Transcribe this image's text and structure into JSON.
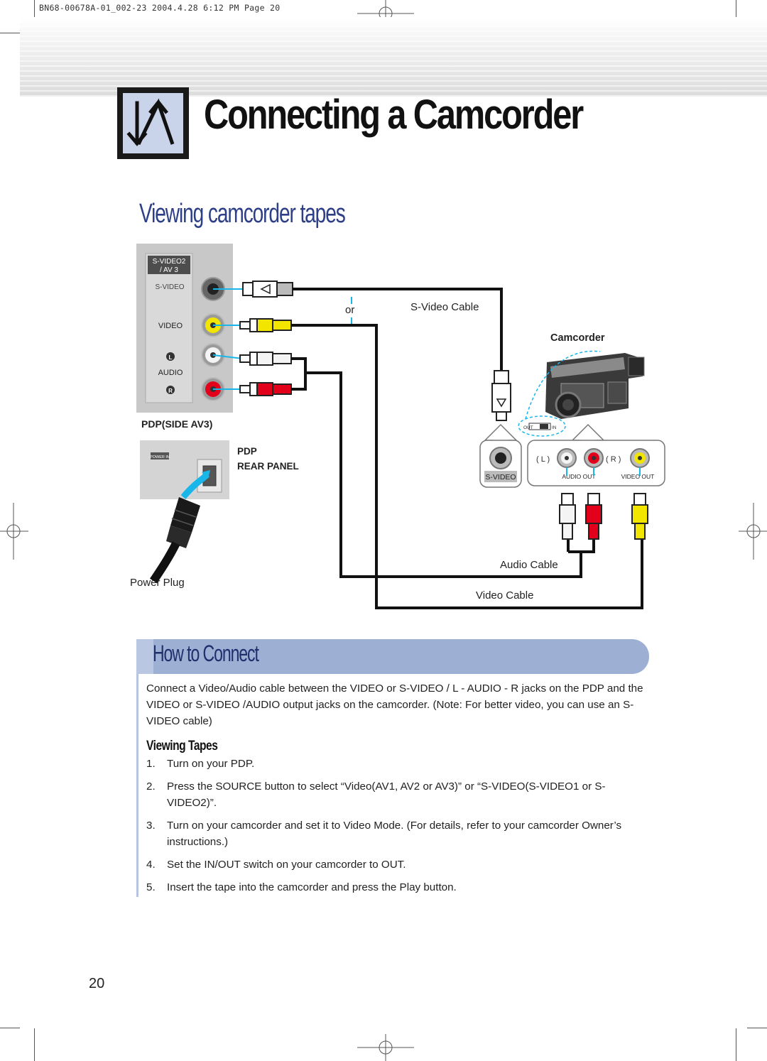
{
  "slug": "BN68-00678A-01_002-23  2004.4.28  6:12 PM  Page 20",
  "title": "Connecting a Camcorder",
  "subtitle": "Viewing camcorder tapes",
  "diagram": {
    "pdp_side": {
      "badge_line1": "S-VIDEO2",
      "badge_line2": "/ AV 3",
      "svideo": "S-VIDEO",
      "video": "VIDEO",
      "l": "L",
      "audio": "AUDIO",
      "r": "R",
      "caption": "PDP(SIDE AV3)"
    },
    "rear_panel": {
      "power_in": "POWER IN",
      "label_line1": "PDP",
      "label_line2": "REAR PANEL",
      "power_plug": "Power Plug"
    },
    "or": "or",
    "svideo_cable": "S-Video Cable",
    "camcorder": "Camcorder",
    "out": "OUT",
    "in": "IN",
    "jack_panel": {
      "svideo": "S-VIDEO",
      "l": "( L )",
      "r": "( R )",
      "audio_out": "AUDIO OUT",
      "video_out": "VIDEO OUT"
    },
    "audio_cable": "Audio Cable",
    "video_cable": "Video Cable",
    "colors": {
      "yellow": "#f2e600",
      "white": "#f4f4f4",
      "red": "#e3001b",
      "cyan": "#19b6ea"
    }
  },
  "how_to": {
    "title": "How to Connect",
    "description": "Connect a Video/Audio cable between the VIDEO or S-VIDEO / L - AUDIO - R jacks on the PDP and the VIDEO or S-VIDEO /AUDIO output jacks on the camcorder. (Note: For better video, you can use an S-VIDEO cable)",
    "subheading": "Viewing Tapes",
    "steps": [
      {
        "num": "1.",
        "text": "Turn on your PDP."
      },
      {
        "num": "2.",
        "text": "Press the SOURCE button to select “Video(AV1, AV2 or AV3)” or “S-VIDEO(S-VIDEO1 or S-VIDEO2)”."
      },
      {
        "num": "3.",
        "text": "Turn on your camcorder and set it to Video Mode. (For details, refer to your camcorder Owner’s instructions.)"
      },
      {
        "num": "4.",
        "text": "Set the IN/OUT switch on your camcorder to OUT."
      },
      {
        "num": "5.",
        "text": "Insert the tape into the camcorder and press the Play button."
      }
    ]
  },
  "page_number": "20"
}
